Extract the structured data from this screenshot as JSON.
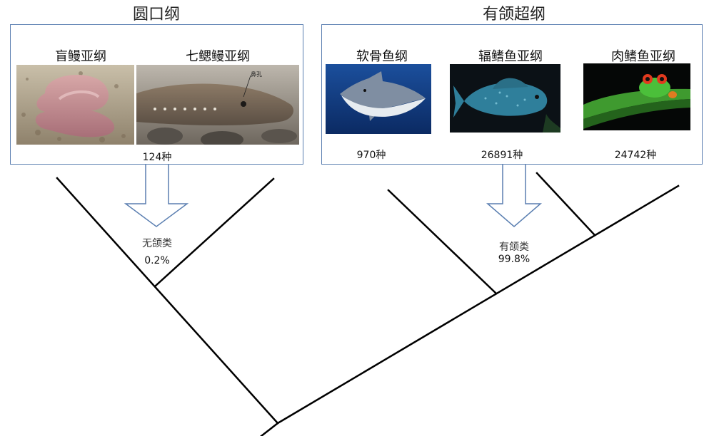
{
  "groups": {
    "cyclostomata": {
      "title": "圆口纲",
      "count": "124种",
      "clade_label": "无颌类",
      "clade_pct": "0.2%"
    },
    "gnathostomata": {
      "title": "有颌超纲",
      "clade_label": "有颌类",
      "clade_pct": "99.8%"
    }
  },
  "taxa": [
    {
      "name": "盲鳗亚纲",
      "image": "hagfish-photo"
    },
    {
      "name": "七鳃鳗亚纲",
      "image": "lamprey-photo",
      "annotation": "鼻孔"
    },
    {
      "name": "软骨鱼纲",
      "count": "970种",
      "image": "shark-photo"
    },
    {
      "name": "辐鳍鱼亚纲",
      "count": "26891种",
      "image": "ray-finned-fish-photo"
    },
    {
      "name": "肉鳍鱼亚纲",
      "count": "24742种",
      "image": "frog-photo"
    }
  ],
  "colors": {
    "box_border": "#5b7fb1",
    "arrow_border": "#5b7fb1",
    "tree": "#000000"
  }
}
